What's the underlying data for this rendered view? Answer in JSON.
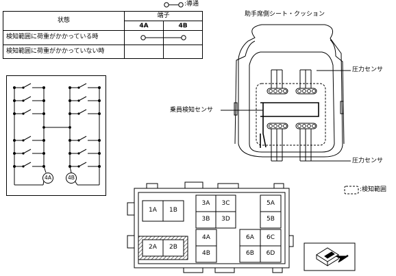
{
  "legend": {
    "conduction_label": ":導通",
    "detection_range_label": ":検知範囲"
  },
  "table": {
    "header_state": "状態",
    "header_terminal": "端子",
    "col_4a": "4A",
    "col_4b": "4B",
    "rows": [
      {
        "state": "検知範囲に荷重がかかっている時",
        "continuity": true
      },
      {
        "state": "検知範囲に荷重がかかっていない時",
        "continuity": false
      }
    ]
  },
  "seat": {
    "title": "助手席側シート・クッション",
    "pressure_sensor_top": "圧力センサ",
    "occupant_sensor": "乗員検知センサ",
    "pressure_sensor_bottom": "圧力センサ"
  },
  "circuit": {
    "terminal_left": "4A",
    "terminal_right": "4B"
  },
  "connector": {
    "cells": [
      "1A",
      "1B",
      "2A",
      "2B",
      "3A",
      "3C",
      "3B",
      "3D",
      "4A",
      "4B",
      "5A",
      "5B",
      "6A",
      "6C",
      "6B",
      "6D"
    ]
  },
  "colors": {
    "line": "#000000",
    "background": "#ffffff",
    "hatch": "#000000"
  },
  "icons": [
    "continuity-symbol-icon",
    "detection-range-icon",
    "connector-arrow-icon"
  ]
}
